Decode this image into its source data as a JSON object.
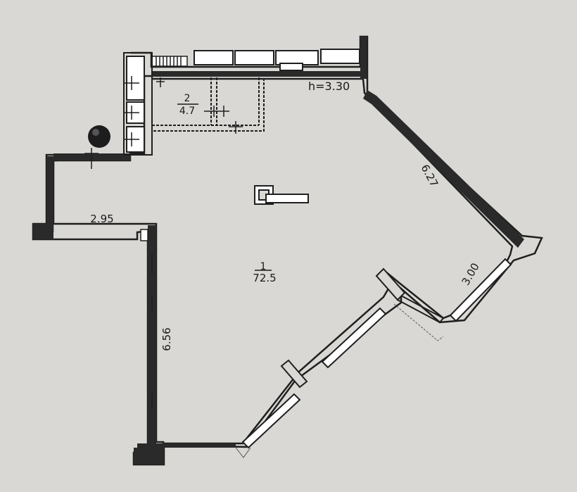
{
  "floorplan": {
    "ceiling_height": "h=3.30",
    "rooms": [
      {
        "number": "1",
        "area": "72.5"
      },
      {
        "number": "2",
        "area": "4.7"
      }
    ],
    "dimensions": {
      "left_top": "2.95",
      "left_side": "6.56",
      "right_diagonal": "6.27",
      "right_window": "3.00"
    },
    "colors": {
      "background": "#d9d8d5",
      "wall": "#1f1f1f"
    },
    "icons": [
      "riser-pipe-icon",
      "ventilation-shaft-icon",
      "window-icon"
    ]
  }
}
